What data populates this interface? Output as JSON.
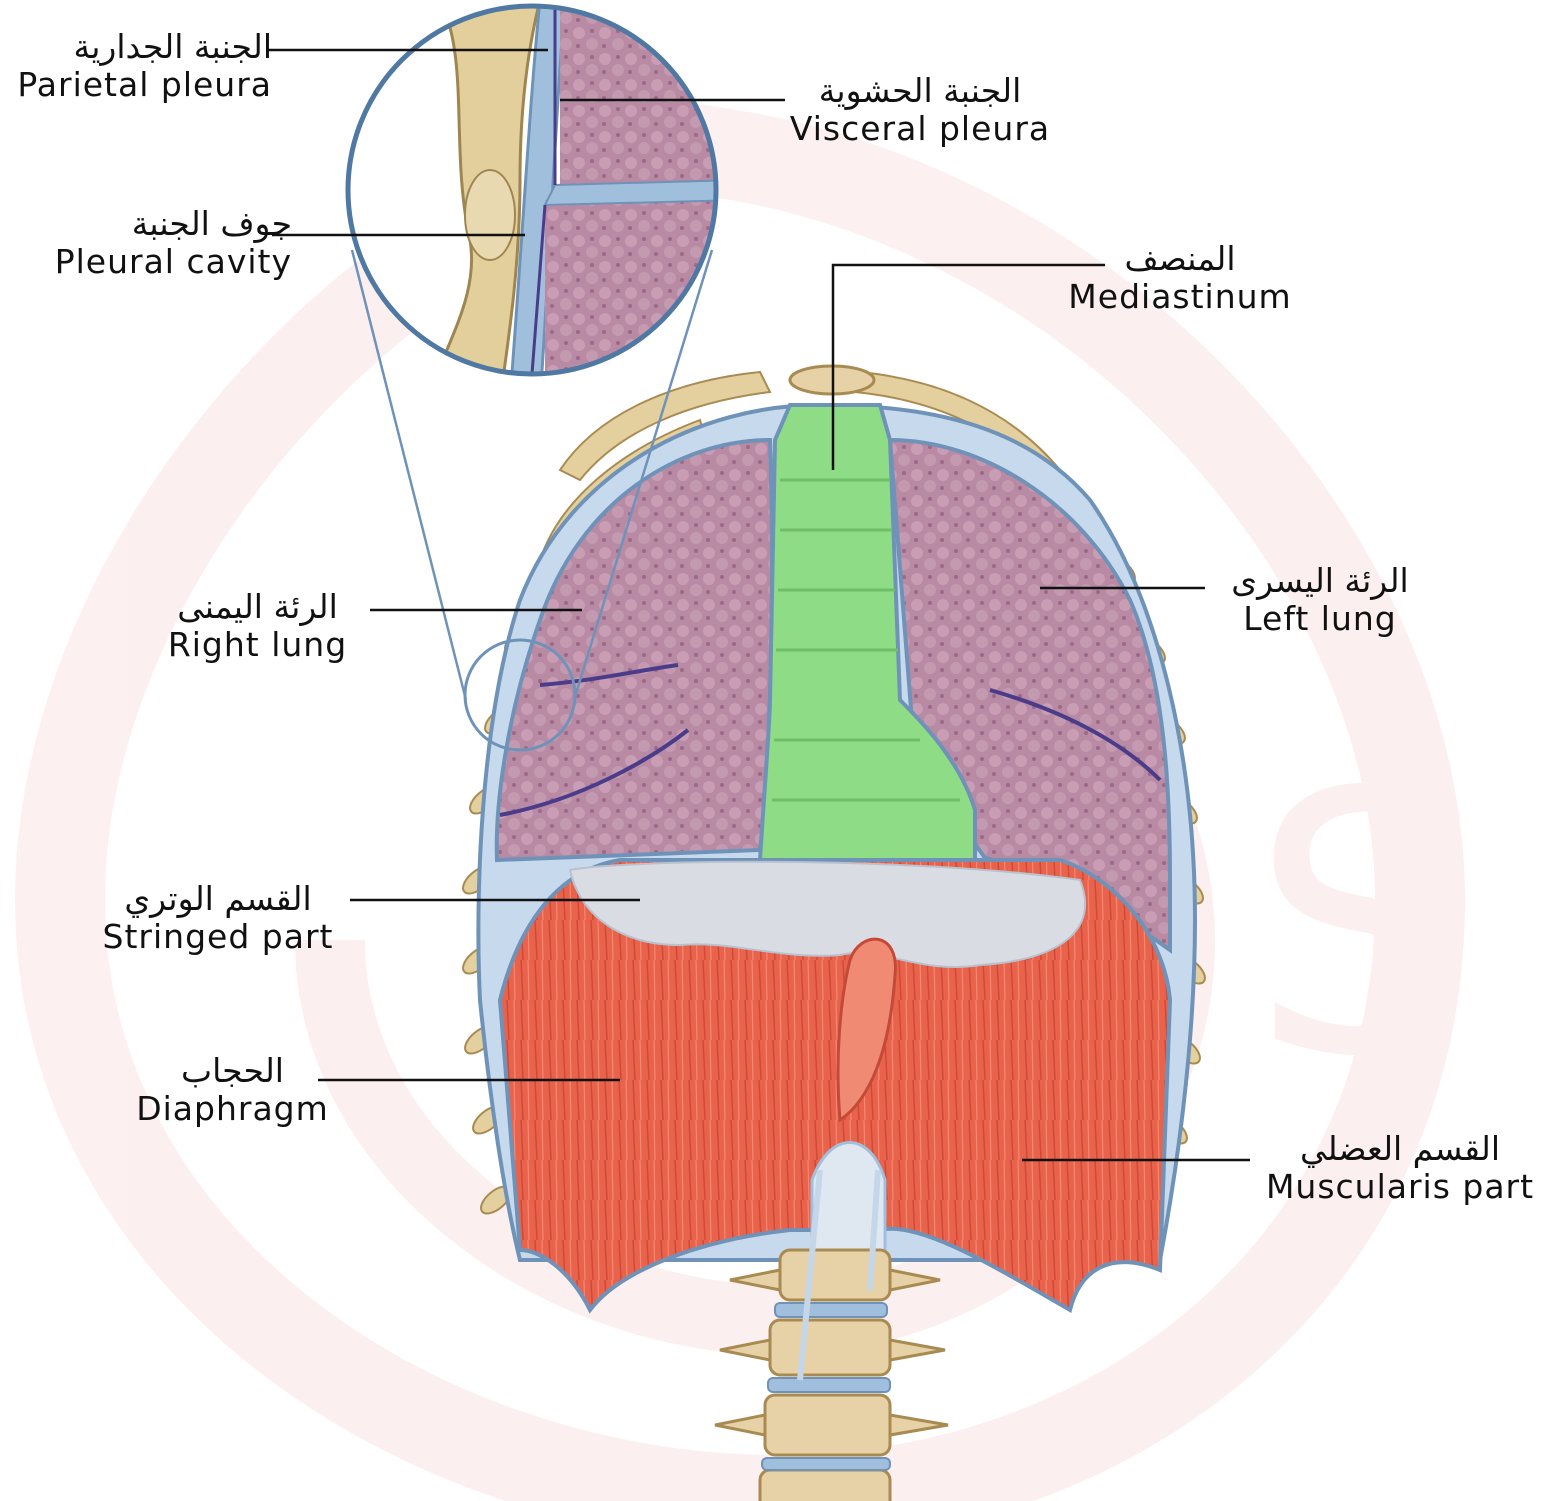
{
  "labels": {
    "parietal_pleura": {
      "ar": "الجنبة الجدارية",
      "en": "Parietal pleura"
    },
    "visceral_pleura": {
      "ar": "الجنبة الحشوية",
      "en": "Visceral pleura"
    },
    "pleural_cavity": {
      "ar": "جوف الجنبة",
      "en": "Pleural cavity"
    },
    "mediastinum": {
      "ar": "المنصف",
      "en": "Mediastinum"
    },
    "right_lung": {
      "ar": "الرئة اليمنى",
      "en": "Right lung"
    },
    "left_lung": {
      "ar": "الرئة اليسرى",
      "en": "Left lung"
    },
    "stringed_part": {
      "ar": "القسم الوتري",
      "en": "Stringed part"
    },
    "diaphragm": {
      "ar": "الحجاب",
      "en": "Diaphragm"
    },
    "muscularis_part": {
      "ar": "القسم العضلي",
      "en": "Muscularis part"
    }
  },
  "colors": {
    "lung": "#b78aa3",
    "pleura": "#9fbfdc",
    "mediastinum": "#8fdc86",
    "diaphragm_muscle": "#e8604a",
    "tendon": "#d9dde3",
    "bone": "#e6d2a6",
    "watermark": "#fbe3e3"
  }
}
